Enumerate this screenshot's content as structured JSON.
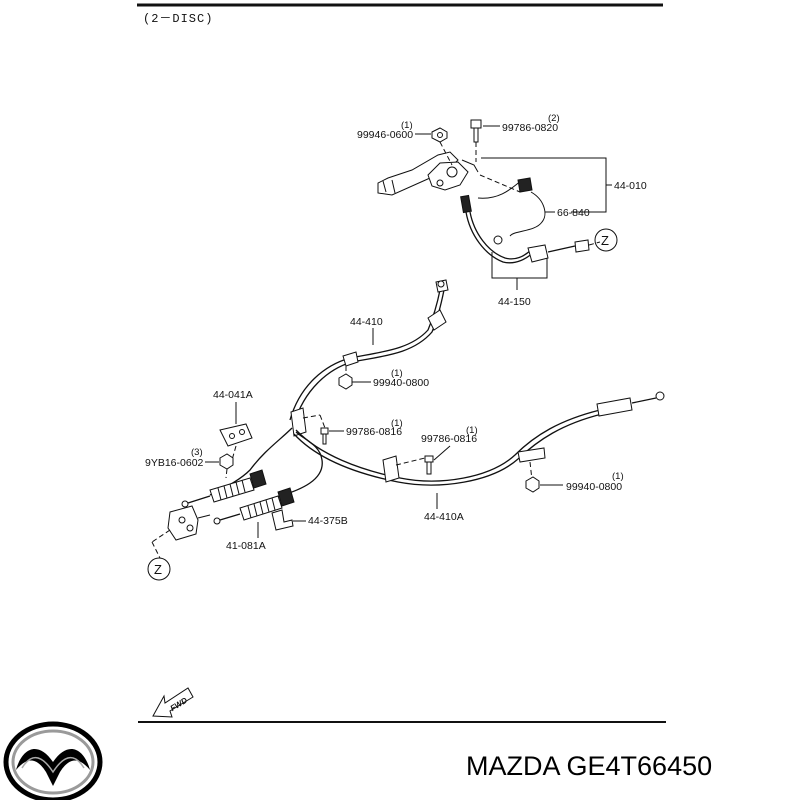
{
  "diagram": {
    "header": "(2－DISC)",
    "fwd_label": "FWD",
    "z_marker": "Z",
    "callouts": {
      "p44_010": "44-010",
      "p99946": {
        "code": "99946-0600",
        "qty": "(1)"
      },
      "p99786_0820": {
        "code": "99786-0820",
        "qty": "(2)"
      },
      "p66_840": "66-840",
      "p44_150": "44-150",
      "p44_410": "44-410",
      "p99940_a": {
        "code": "99940-0800",
        "qty": "(1)"
      },
      "p44_041A": "44-041A",
      "p99786_0816_a": {
        "code": "99786-0816",
        "qty": "(1)"
      },
      "p99786_0816_b": {
        "code": "99786-0816",
        "qty": "(1)"
      },
      "p9YB16": {
        "code": "9YB16-0602",
        "qty": "(3)"
      },
      "p99940_b": {
        "code": "99940-0800",
        "qty": "(1)"
      },
      "p44_375B": "44-375B",
      "p41_081A": "41-081A",
      "p44_410A": "44-410A"
    }
  },
  "footer": {
    "brand_text": "MAZDA GE4T66450",
    "logo_icon": "mazda-logo-icon"
  }
}
